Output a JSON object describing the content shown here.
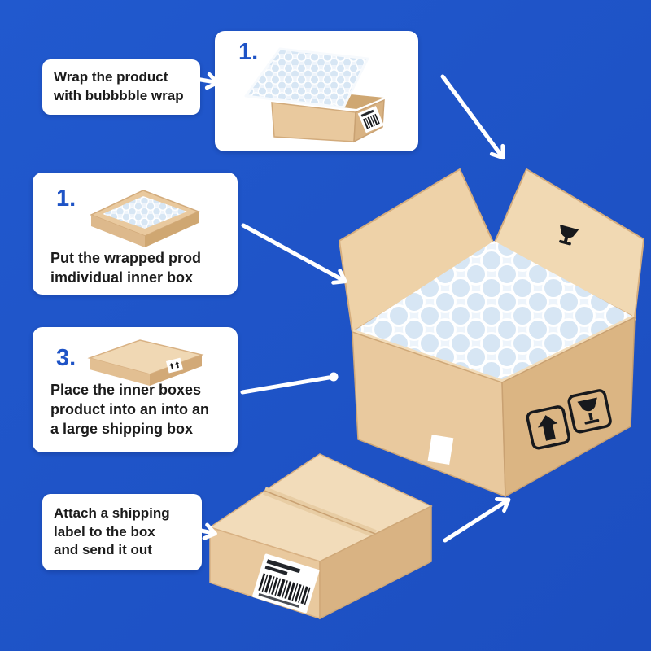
{
  "theme": {
    "background": "#1e53c6",
    "card_background": "#ffffff",
    "text_color": "#1b1b1b",
    "accent_blue": "#1e53c6",
    "arrow_color": "#ffffff",
    "cardboard_light": "#f2dcba",
    "cardboard_mid": "#e9c99e",
    "cardboard_dark": "#d9b383",
    "bubble_wrap_fill": "#d7e6f4"
  },
  "steps": {
    "step1": {
      "lines": [
        "Wrap the product",
        "with bubbbble wrap"
      ]
    },
    "step1_illustration": {
      "number": "1."
    },
    "step2": {
      "number": "1.",
      "lines": [
        "Put the wrapped prod",
        "imdividual inner box"
      ]
    },
    "step3": {
      "number": "3.",
      "lines": [
        "Place the inner boxes",
        "product into an into an",
        "a large shipping box"
      ]
    },
    "step4": {
      "lines": [
        "Attach a shipping",
        "label to the box",
        "and send it out"
      ]
    }
  },
  "illustrations": {
    "step1": "open-inner-box-with-bubble-wrap-sheet",
    "step2": "inner-box-filled-with-bubble-wrap",
    "step3": "closed-inner-box-with-fragile-label",
    "large_box": "large-open-shipping-box-filled-with-bubble-wrap",
    "sealed_box": "sealed-shipping-box-with-shipping-label"
  },
  "icons": {
    "fragile": "wine-glass-icon",
    "this_side_up": "up-arrow-icon",
    "label": "barcode-label"
  }
}
